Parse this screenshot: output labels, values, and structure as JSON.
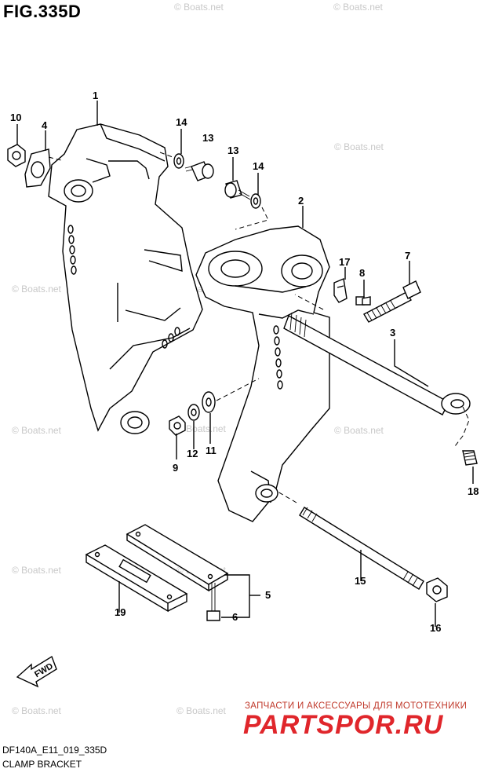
{
  "figure": {
    "title": "FIG.335D",
    "code": "DF140A_E11_019_335D",
    "caption": "CLAMP BRACKET"
  },
  "callouts": [
    "1",
    "2",
    "3",
    "4",
    "5",
    "6",
    "7",
    "8",
    "9",
    "10",
    "11",
    "12",
    "13",
    "13",
    "14",
    "14",
    "15",
    "16",
    "17",
    "18",
    "19"
  ],
  "watermarks": [
    "© Boats.net",
    "© Boats.net",
    "© Boats.net",
    "© Boats.net",
    "© Boats.net",
    "© Boats.net",
    "© Boats.net",
    "© Boats.net",
    "© Boats.net",
    "© Boats.net",
    "© Boats.net",
    "© Boats.net"
  ],
  "fwd_label": "FWD",
  "branding": {
    "ru_text": "ЗАПЧАСТИ И АКСЕССУАРЫ ДЛЯ МОТОТЕХНИКИ",
    "logo_text": "PARTSPOR.RU",
    "logo_color": "#e0262b"
  },
  "colors": {
    "line": "#000000",
    "watermark": "#c8c8c8",
    "brand_red": "#e0262b"
  }
}
